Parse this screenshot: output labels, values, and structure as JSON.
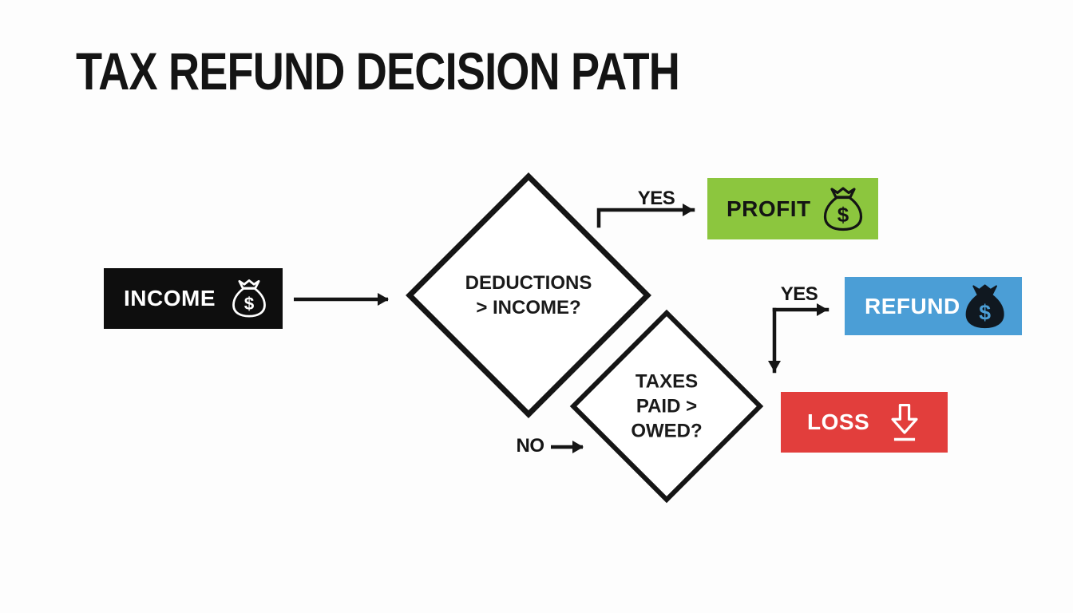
{
  "title": "TAX REFUND DECISION PATH",
  "nodes": {
    "income": {
      "label": "INCOME",
      "icon": "money-bag"
    },
    "deductions_decision": {
      "label": "DEDUCTIONS\n> INCOME?"
    },
    "taxes_decision": {
      "label": "TAXES\nPAID >\nOWED?"
    },
    "profit": {
      "label": "PROFIT",
      "icon": "money-bag"
    },
    "refund": {
      "label": "REFUND",
      "icon": "money-bag"
    },
    "loss": {
      "label": "LOSS",
      "icon": "down-arrow"
    }
  },
  "edge_labels": {
    "deductions_yes": "YES",
    "taxes_yes": "YES",
    "deductions_no": "NO"
  },
  "icon_glyphs": {
    "dollar": "$"
  },
  "colors": {
    "ink": "#151515",
    "income_bg": "#0e0e0e",
    "profit_bg": "#8cc63e",
    "refund_bg": "#4b9ed6",
    "loss_bg": "#e23e3c",
    "background": "#fdfdfd"
  }
}
